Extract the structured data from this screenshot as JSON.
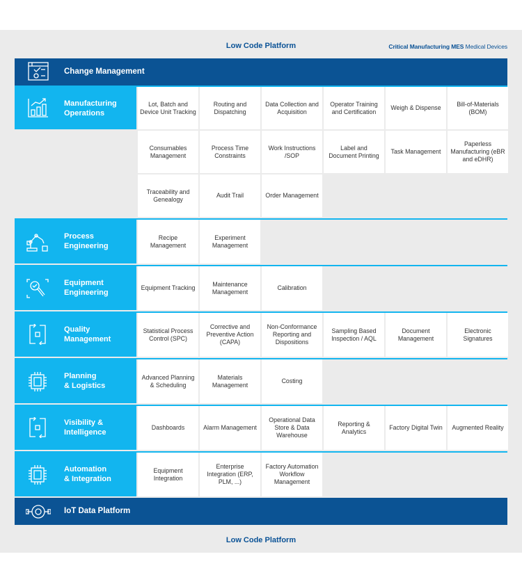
{
  "header": {
    "low_code_top": "Low Code Platform",
    "brand_bold": "Critical Manufacturing MES",
    "brand_regular": " Medical Devices"
  },
  "change_management": {
    "label": "Change Management",
    "icon": "change-icon"
  },
  "sections": {
    "manufacturing": {
      "title_1": "Manufacturing",
      "title_2": "Operations",
      "icon": "chart-icon",
      "cells": [
        "Lot, Batch and Device Unit Tracking",
        "Routing and Dispatching",
        "Data Collection and Acquisition",
        "Operator Training and Certification",
        "Weigh & Dispense",
        "Bill-of-Materials (BOM)",
        "Consumables Management",
        "Process Time Constraints",
        "Work Instructions /SOP",
        "Label and Document Printing",
        "Task Management",
        "Paperless Manufacturing (eBR and eDHR)",
        "Traceability and Genealogy",
        "Audit Trail",
        "Order Management"
      ]
    },
    "process": {
      "title_1": "Process",
      "title_2": "Engineering",
      "icon": "robot-arm-icon",
      "cells": [
        "Recipe Management",
        "Experiment Management"
      ]
    },
    "equipment": {
      "title_1": "Equipment",
      "title_2": "Engineering",
      "icon": "inspect-icon",
      "cells": [
        "Equipment Tracking",
        "Maintenance Management",
        "Calibration"
      ]
    },
    "quality": {
      "title_1": "Quality",
      "title_2": "Management",
      "icon": "cycle-icon",
      "cells": [
        "Statistical Process Control (SPC)",
        "Corrective and Preventive Action (CAPA)",
        "Non-Conformance Reporting and Dispositions",
        "Sampling Based Inspection / AQL",
        "Document Management",
        "Electronic Signatures"
      ]
    },
    "planning": {
      "title_1": "Planning",
      "title_2": "& Logistics",
      "icon": "chip-icon",
      "cells": [
        "Advanced Planning & Scheduling",
        "Materials Management",
        "Costing"
      ]
    },
    "visibility": {
      "title_1": "Visibility &",
      "title_2": "Intelligence",
      "icon": "cycle-icon",
      "cells": [
        "Dashboards",
        "Alarm Management",
        "Operational Data Store & Data Warehouse",
        "Reporting & Analytics",
        "Factory Digital Twin",
        "Augmented Reality"
      ]
    },
    "automation": {
      "title_1": "Automation",
      "title_2": "& Integration",
      "icon": "chip-icon",
      "cells": [
        "Equipment Integration",
        "Enterprise Integration (ERP, PLM, ...)",
        "Factory Automation Workflow Management"
      ]
    }
  },
  "iot": {
    "label": "IoT Data Platform",
    "icon": "iot-hub-icon"
  },
  "footer": {
    "low_code_bottom": "Low Code Platform"
  },
  "colors": {
    "dark_blue": "#0b5394",
    "light_blue": "#12b5ef",
    "background": "#ebebeb"
  }
}
